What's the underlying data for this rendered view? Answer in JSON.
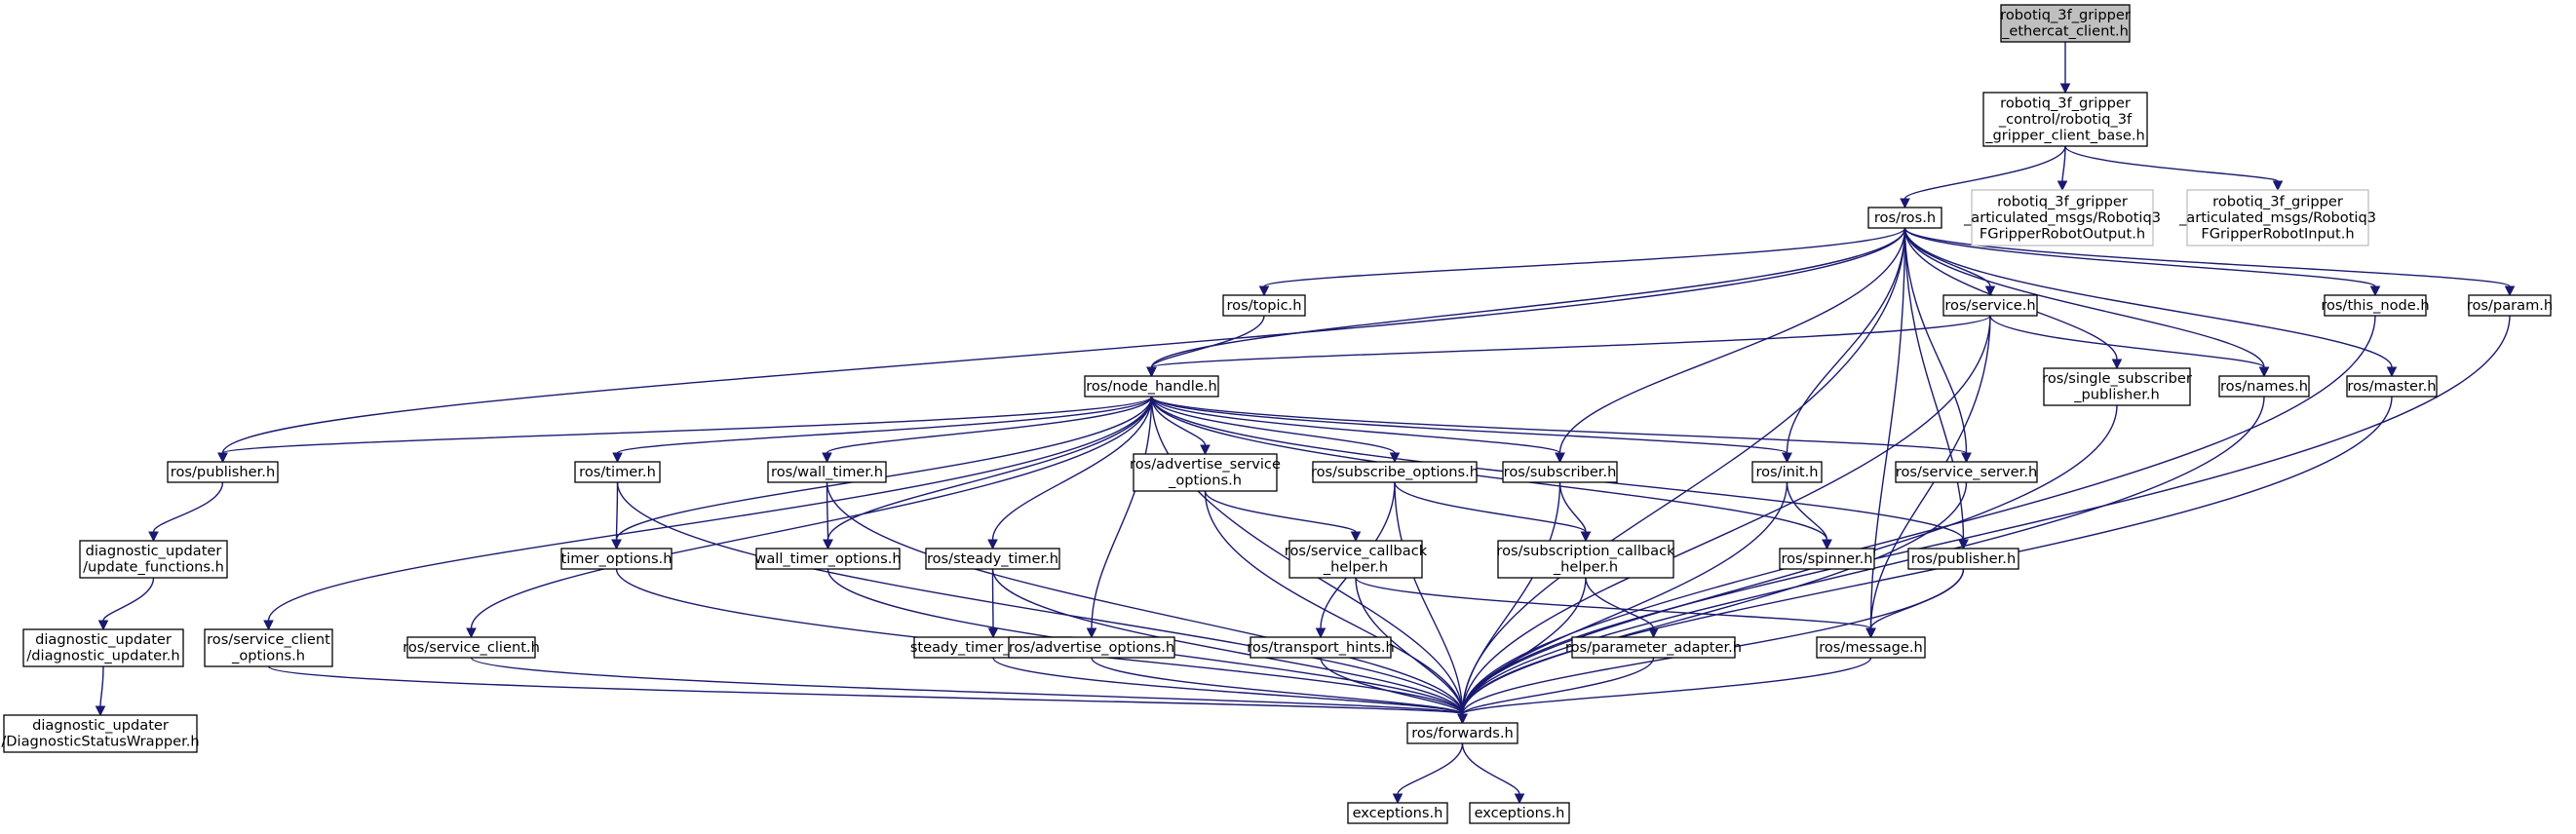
{
  "graph": {
    "nodes": [
      {
        "id": "root",
        "lines": [
          "robotiq_3f_gripper",
          "_ethercat_client.h"
        ],
        "style": "root"
      },
      {
        "id": "client_base",
        "lines": [
          "robotiq_3f_gripper",
          "_control/robotiq_3f",
          "_gripper_client_base.h"
        ]
      },
      {
        "id": "ros_h",
        "lines": [
          "ros/ros.h"
        ]
      },
      {
        "id": "robot_output",
        "lines": [
          "robotiq_3f_gripper",
          "_articulated_msgs/Robotiq3",
          "FGripperRobotOutput.h"
        ],
        "style": "missing"
      },
      {
        "id": "robot_input",
        "lines": [
          "robotiq_3f_gripper",
          "_articulated_msgs/Robotiq3",
          "FGripperRobotInput.h"
        ],
        "style": "missing"
      },
      {
        "id": "topic",
        "lines": [
          "ros/topic.h"
        ]
      },
      {
        "id": "service",
        "lines": [
          "ros/service.h"
        ]
      },
      {
        "id": "this_node",
        "lines": [
          "ros/this_node.h"
        ]
      },
      {
        "id": "param",
        "lines": [
          "ros/param.h"
        ]
      },
      {
        "id": "single_sub",
        "lines": [
          "ros/single_subscriber",
          "_publisher.h"
        ]
      },
      {
        "id": "names",
        "lines": [
          "ros/names.h"
        ]
      },
      {
        "id": "master",
        "lines": [
          "ros/master.h"
        ]
      },
      {
        "id": "node_handle",
        "lines": [
          "ros/node_handle.h"
        ]
      },
      {
        "id": "publisher_left",
        "lines": [
          "ros/publisher.h"
        ]
      },
      {
        "id": "timer",
        "lines": [
          "ros/timer.h"
        ]
      },
      {
        "id": "wall_timer",
        "lines": [
          "ros/wall_timer.h"
        ]
      },
      {
        "id": "adv_srv_opts",
        "lines": [
          "ros/advertise_service",
          "_options.h"
        ]
      },
      {
        "id": "sub_opts",
        "lines": [
          "ros/subscribe_options.h"
        ]
      },
      {
        "id": "subscriber",
        "lines": [
          "ros/subscriber.h"
        ]
      },
      {
        "id": "init",
        "lines": [
          "ros/init.h"
        ]
      },
      {
        "id": "service_server",
        "lines": [
          "ros/service_server.h"
        ]
      },
      {
        "id": "diag_update_fn",
        "lines": [
          "diagnostic_updater",
          "/update_functions.h"
        ]
      },
      {
        "id": "timer_opts",
        "lines": [
          "timer_options.h"
        ]
      },
      {
        "id": "wall_timer_opts",
        "lines": [
          "wall_timer_options.h"
        ]
      },
      {
        "id": "steady_timer",
        "lines": [
          "ros/steady_timer.h"
        ]
      },
      {
        "id": "srv_cb_helper",
        "lines": [
          "ros/service_callback",
          "_helper.h"
        ]
      },
      {
        "id": "sub_cb_helper",
        "lines": [
          "ros/subscription_callback",
          "_helper.h"
        ]
      },
      {
        "id": "spinner",
        "lines": [
          "ros/spinner.h"
        ]
      },
      {
        "id": "publisher_right",
        "lines": [
          "ros/publisher.h"
        ]
      },
      {
        "id": "diag_updater",
        "lines": [
          "diagnostic_updater",
          "/diagnostic_updater.h"
        ]
      },
      {
        "id": "srv_client_opts",
        "lines": [
          "ros/service_client",
          "_options.h"
        ]
      },
      {
        "id": "srv_client",
        "lines": [
          "ros/service_client.h"
        ]
      },
      {
        "id": "steady_timer_opts",
        "lines": [
          "steady_timer_options.h"
        ]
      },
      {
        "id": "adv_opts",
        "lines": [
          "ros/advertise_options.h"
        ]
      },
      {
        "id": "transport_hints",
        "lines": [
          "ros/transport_hints.h"
        ]
      },
      {
        "id": "param_adapter",
        "lines": [
          "ros/parameter_adapter.h"
        ]
      },
      {
        "id": "message",
        "lines": [
          "ros/message.h"
        ]
      },
      {
        "id": "diag_status",
        "lines": [
          "diagnostic_updater",
          "/DiagnosticStatusWrapper.h"
        ]
      },
      {
        "id": "forwards",
        "lines": [
          "ros/forwards.h"
        ]
      },
      {
        "id": "exceptions_a",
        "lines": [
          "exceptions.h"
        ]
      },
      {
        "id": "exceptions_b",
        "lines": [
          "exceptions.h"
        ]
      }
    ],
    "edges": [
      [
        "root",
        "client_base"
      ],
      [
        "client_base",
        "ros_h"
      ],
      [
        "client_base",
        "robot_output"
      ],
      [
        "client_base",
        "robot_input"
      ],
      [
        "ros_h",
        "publisher_left"
      ],
      [
        "ros_h",
        "topic"
      ],
      [
        "ros_h",
        "node_handle"
      ],
      [
        "ros_h",
        "service"
      ],
      [
        "ros_h",
        "single_sub"
      ],
      [
        "ros_h",
        "names"
      ],
      [
        "ros_h",
        "master"
      ],
      [
        "ros_h",
        "this_node"
      ],
      [
        "ros_h",
        "param"
      ],
      [
        "ros_h",
        "subscriber"
      ],
      [
        "ros_h",
        "init"
      ],
      [
        "ros_h",
        "service_server"
      ],
      [
        "ros_h",
        "publisher_right"
      ],
      [
        "ros_h",
        "message"
      ],
      [
        "ros_h",
        "forwards"
      ],
      [
        "topic",
        "node_handle"
      ],
      [
        "service",
        "node_handle"
      ],
      [
        "service",
        "names"
      ],
      [
        "service",
        "message"
      ],
      [
        "service",
        "forwards"
      ],
      [
        "this_node",
        "forwards"
      ],
      [
        "param",
        "forwards"
      ],
      [
        "single_sub",
        "forwards"
      ],
      [
        "names",
        "forwards"
      ],
      [
        "master",
        "forwards"
      ],
      [
        "node_handle",
        "publisher_left"
      ],
      [
        "node_handle",
        "timer"
      ],
      [
        "node_handle",
        "wall_timer"
      ],
      [
        "node_handle",
        "adv_srv_opts"
      ],
      [
        "node_handle",
        "sub_opts"
      ],
      [
        "node_handle",
        "subscriber"
      ],
      [
        "node_handle",
        "init"
      ],
      [
        "node_handle",
        "service_server"
      ],
      [
        "node_handle",
        "timer_opts"
      ],
      [
        "node_handle",
        "wall_timer_opts"
      ],
      [
        "node_handle",
        "steady_timer"
      ],
      [
        "node_handle",
        "spinner"
      ],
      [
        "node_handle",
        "publisher_right"
      ],
      [
        "node_handle",
        "srv_client_opts"
      ],
      [
        "node_handle",
        "srv_client"
      ],
      [
        "node_handle",
        "adv_opts"
      ],
      [
        "node_handle",
        "forwards"
      ],
      [
        "publisher_left",
        "diag_update_fn"
      ],
      [
        "diag_update_fn",
        "diag_updater"
      ],
      [
        "diag_updater",
        "diag_status"
      ],
      [
        "timer",
        "timer_opts"
      ],
      [
        "timer",
        "forwards"
      ],
      [
        "wall_timer",
        "wall_timer_opts"
      ],
      [
        "wall_timer",
        "forwards"
      ],
      [
        "adv_srv_opts",
        "srv_cb_helper"
      ],
      [
        "adv_srv_opts",
        "forwards"
      ],
      [
        "sub_opts",
        "transport_hints"
      ],
      [
        "sub_opts",
        "sub_cb_helper"
      ],
      [
        "sub_opts",
        "forwards"
      ],
      [
        "subscriber",
        "sub_cb_helper"
      ],
      [
        "subscriber",
        "forwards"
      ],
      [
        "init",
        "spinner"
      ],
      [
        "init",
        "forwards"
      ],
      [
        "service_server",
        "forwards"
      ],
      [
        "timer_opts",
        "forwards"
      ],
      [
        "wall_timer_opts",
        "forwards"
      ],
      [
        "steady_timer",
        "steady_timer_opts"
      ],
      [
        "steady_timer",
        "forwards"
      ],
      [
        "srv_cb_helper",
        "message"
      ],
      [
        "srv_cb_helper",
        "forwards"
      ],
      [
        "sub_cb_helper",
        "param_adapter"
      ],
      [
        "sub_cb_helper",
        "forwards"
      ],
      [
        "publisher_right",
        "message"
      ],
      [
        "publisher_right",
        "forwards"
      ],
      [
        "srv_client_opts",
        "forwards"
      ],
      [
        "srv_client",
        "forwards"
      ],
      [
        "steady_timer_opts",
        "forwards"
      ],
      [
        "adv_opts",
        "forwards"
      ],
      [
        "transport_hints",
        "forwards"
      ],
      [
        "param_adapter",
        "forwards"
      ],
      [
        "message",
        "forwards"
      ],
      [
        "forwards",
        "exceptions_a"
      ],
      [
        "forwards",
        "exceptions_b"
      ]
    ],
    "colors": {
      "edge": "#191970",
      "root_fill": "#bfbfbf",
      "missing_border": "#bfbfbf"
    }
  }
}
